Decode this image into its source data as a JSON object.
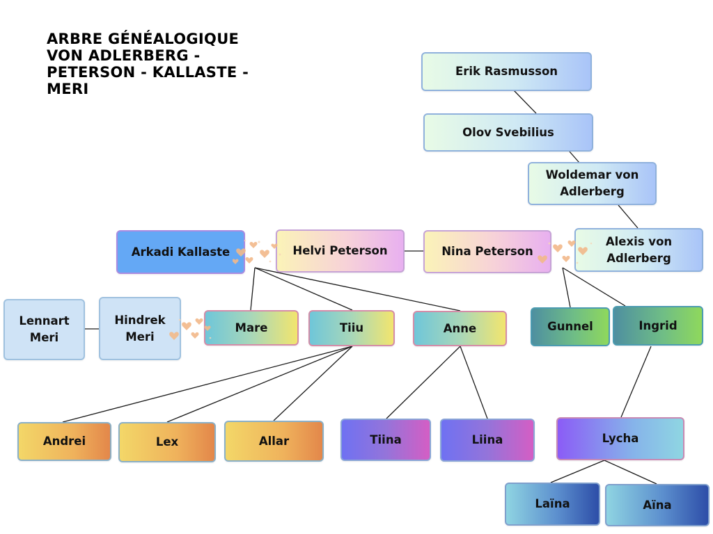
{
  "title": "ARBRE GÉNÉALOGIQUE VON ADLERBERG - PETERSON - KALLASTE - MERI",
  "people": {
    "erik": "Erik Rasmusson",
    "olov": "Olov Svebilius",
    "woldemar": "Woldemar von Adlerberg",
    "alexis": "Alexis von Adlerberg",
    "nina": "Nina Peterson",
    "helvi": "Helvi Peterson",
    "arkadi": "Arkadi Kallaste",
    "lennart": "Lennart Meri",
    "hindrek": "Hindrek Meri",
    "mare": "Mare",
    "tiiu": "Tiiu",
    "anne": "Anne",
    "gunnel": "Gunnel",
    "ingrid": "Ingrid",
    "andrei": "Andrei",
    "lex": "Lex",
    "allar": "Allar",
    "tiina": "Tiina",
    "liina": "Liina",
    "lycha": "Lycha",
    "laina": "Laïna",
    "aina": "Aïna"
  },
  "icons": {
    "couple_marker": "hearts-icon"
  },
  "colors": {
    "line": "#1a1a1a",
    "hearts": "#f2b98a"
  }
}
